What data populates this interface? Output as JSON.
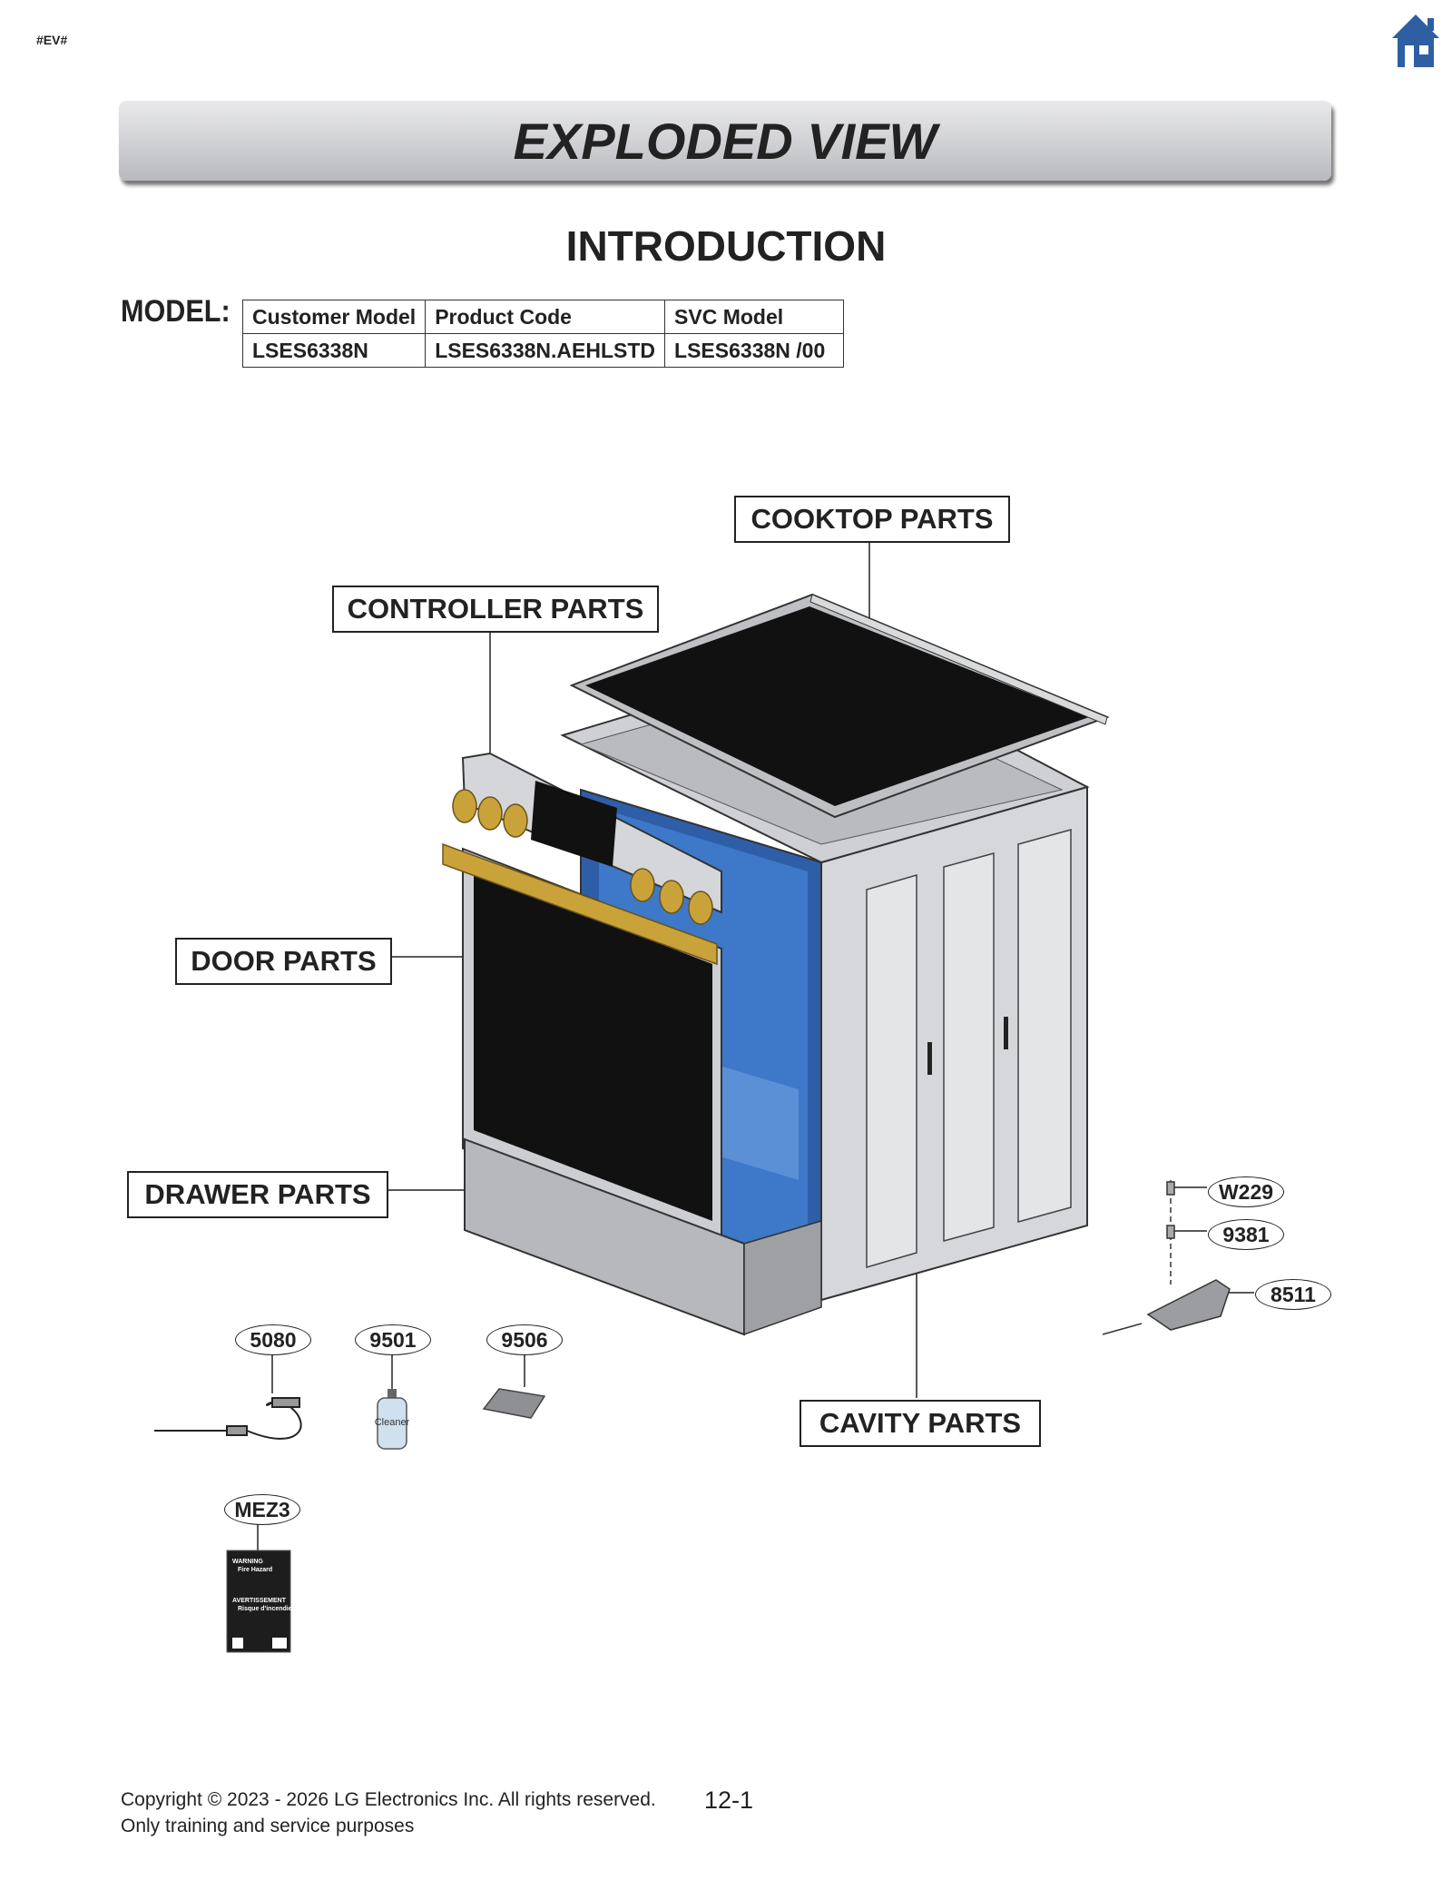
{
  "header": {
    "tag": "#EV#",
    "home_icon": "home-icon"
  },
  "banner": {
    "title": "EXPLODED VIEW"
  },
  "section_title": "INTRODUCTION",
  "model": {
    "label": "MODEL:",
    "headers": [
      "Customer Model",
      "Product Code",
      "SVC Model"
    ],
    "values": [
      "LSES6338N",
      "LSES6338N.AEHLSTD",
      "LSES6338N /00"
    ]
  },
  "callouts": {
    "cooktop": "COOKTOP PARTS",
    "controller": "CONTROLLER PARTS",
    "door": "DOOR PARTS",
    "drawer": "DRAWER PARTS",
    "cavity": "CAVITY PARTS"
  },
  "part_numbers": {
    "w229": "W229",
    "p9381": "9381",
    "p8511": "8511",
    "p5080": "5080",
    "p9501": "9501",
    "p9506": "9506",
    "mez3": "MEZ3"
  },
  "cleaner_bottle_label": "Cleaner",
  "warning_label": {
    "line1": "WARNING",
    "line2": "Fire Hazard",
    "line3": "AVERTISSEMENT",
    "line4": "Risque d'incendie"
  },
  "footer": {
    "copyright": "Copyright © 2023 - 2026 LG Electronics Inc. All rights reserved.",
    "note": "Only training and service purposes",
    "page": "12-1"
  },
  "colors": {
    "home_icon": "#2e5fa3",
    "cavity_blue": "#3d78c9",
    "knob_gold": "#c9a23a",
    "glass_black": "#111111",
    "steel": "#c9cacd"
  }
}
